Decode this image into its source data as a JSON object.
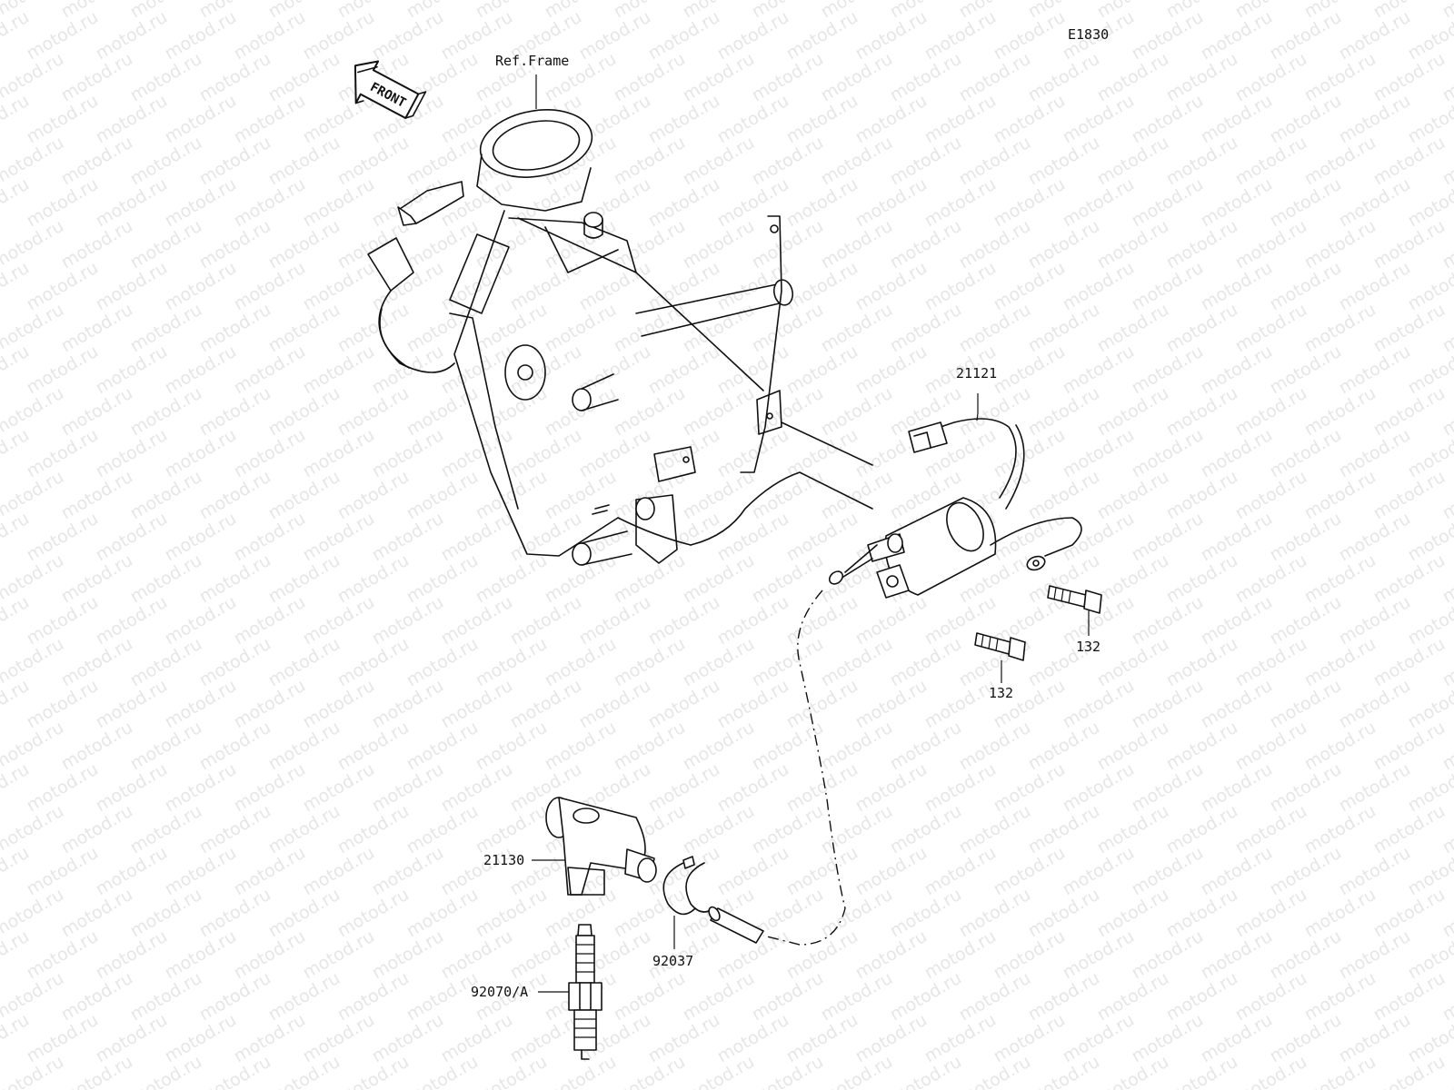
{
  "diagram_code": "E1830",
  "watermark": "motod.ru",
  "direction_arrow": "FRONT",
  "labels": {
    "ref_frame": "Ref.Frame",
    "ignition_coil": "21121",
    "bolt_right": "132",
    "bolt_left": "132",
    "plug_cap": "21130",
    "clamp": "92037",
    "spark_plug": "92070/A"
  },
  "icons": {
    "front_arrow": "front-arrow-icon"
  }
}
